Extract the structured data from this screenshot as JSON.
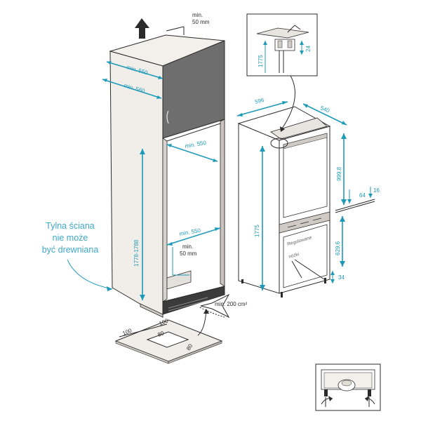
{
  "cabinet_labels": {
    "min_50_top": "min.",
    "min_50_top_unit": "50 mm",
    "min_550_top": "min. 550",
    "min_560_top": "min. 560",
    "min_550_mid": "min. 550",
    "height_range": "1778-1788",
    "min_550_low": "min. 550",
    "min_50_low": "min.",
    "min_50_low_unit": "50 mm",
    "vent_area": "min. 200 cm²"
  },
  "rear_wall_note": {
    "line1": "Tylna ściana",
    "line2": "nie może",
    "line3": "być drewniana"
  },
  "fridge_labels": {
    "width": "596",
    "depth": "540",
    "height": "1775",
    "upper_door": "999.8",
    "gap_64": "64",
    "gap_16": "16",
    "lower_door": "629.6",
    "bottom_34": "34",
    "adjustable_line1": "Regulowane",
    "adjustable_line2": "nóżki"
  },
  "detail_labels": {
    "height_1775": "1775",
    "gap_24": "24"
  },
  "plinth_labels": {
    "d100a": "100",
    "d100b": "100",
    "d80a": "80",
    "d80b": "80"
  },
  "colors": {
    "accent": "#1e9ab8",
    "door_gray": "#6e6e6e",
    "panel_light": "#f1eeea",
    "panel_dark": "#c9c4bf"
  }
}
